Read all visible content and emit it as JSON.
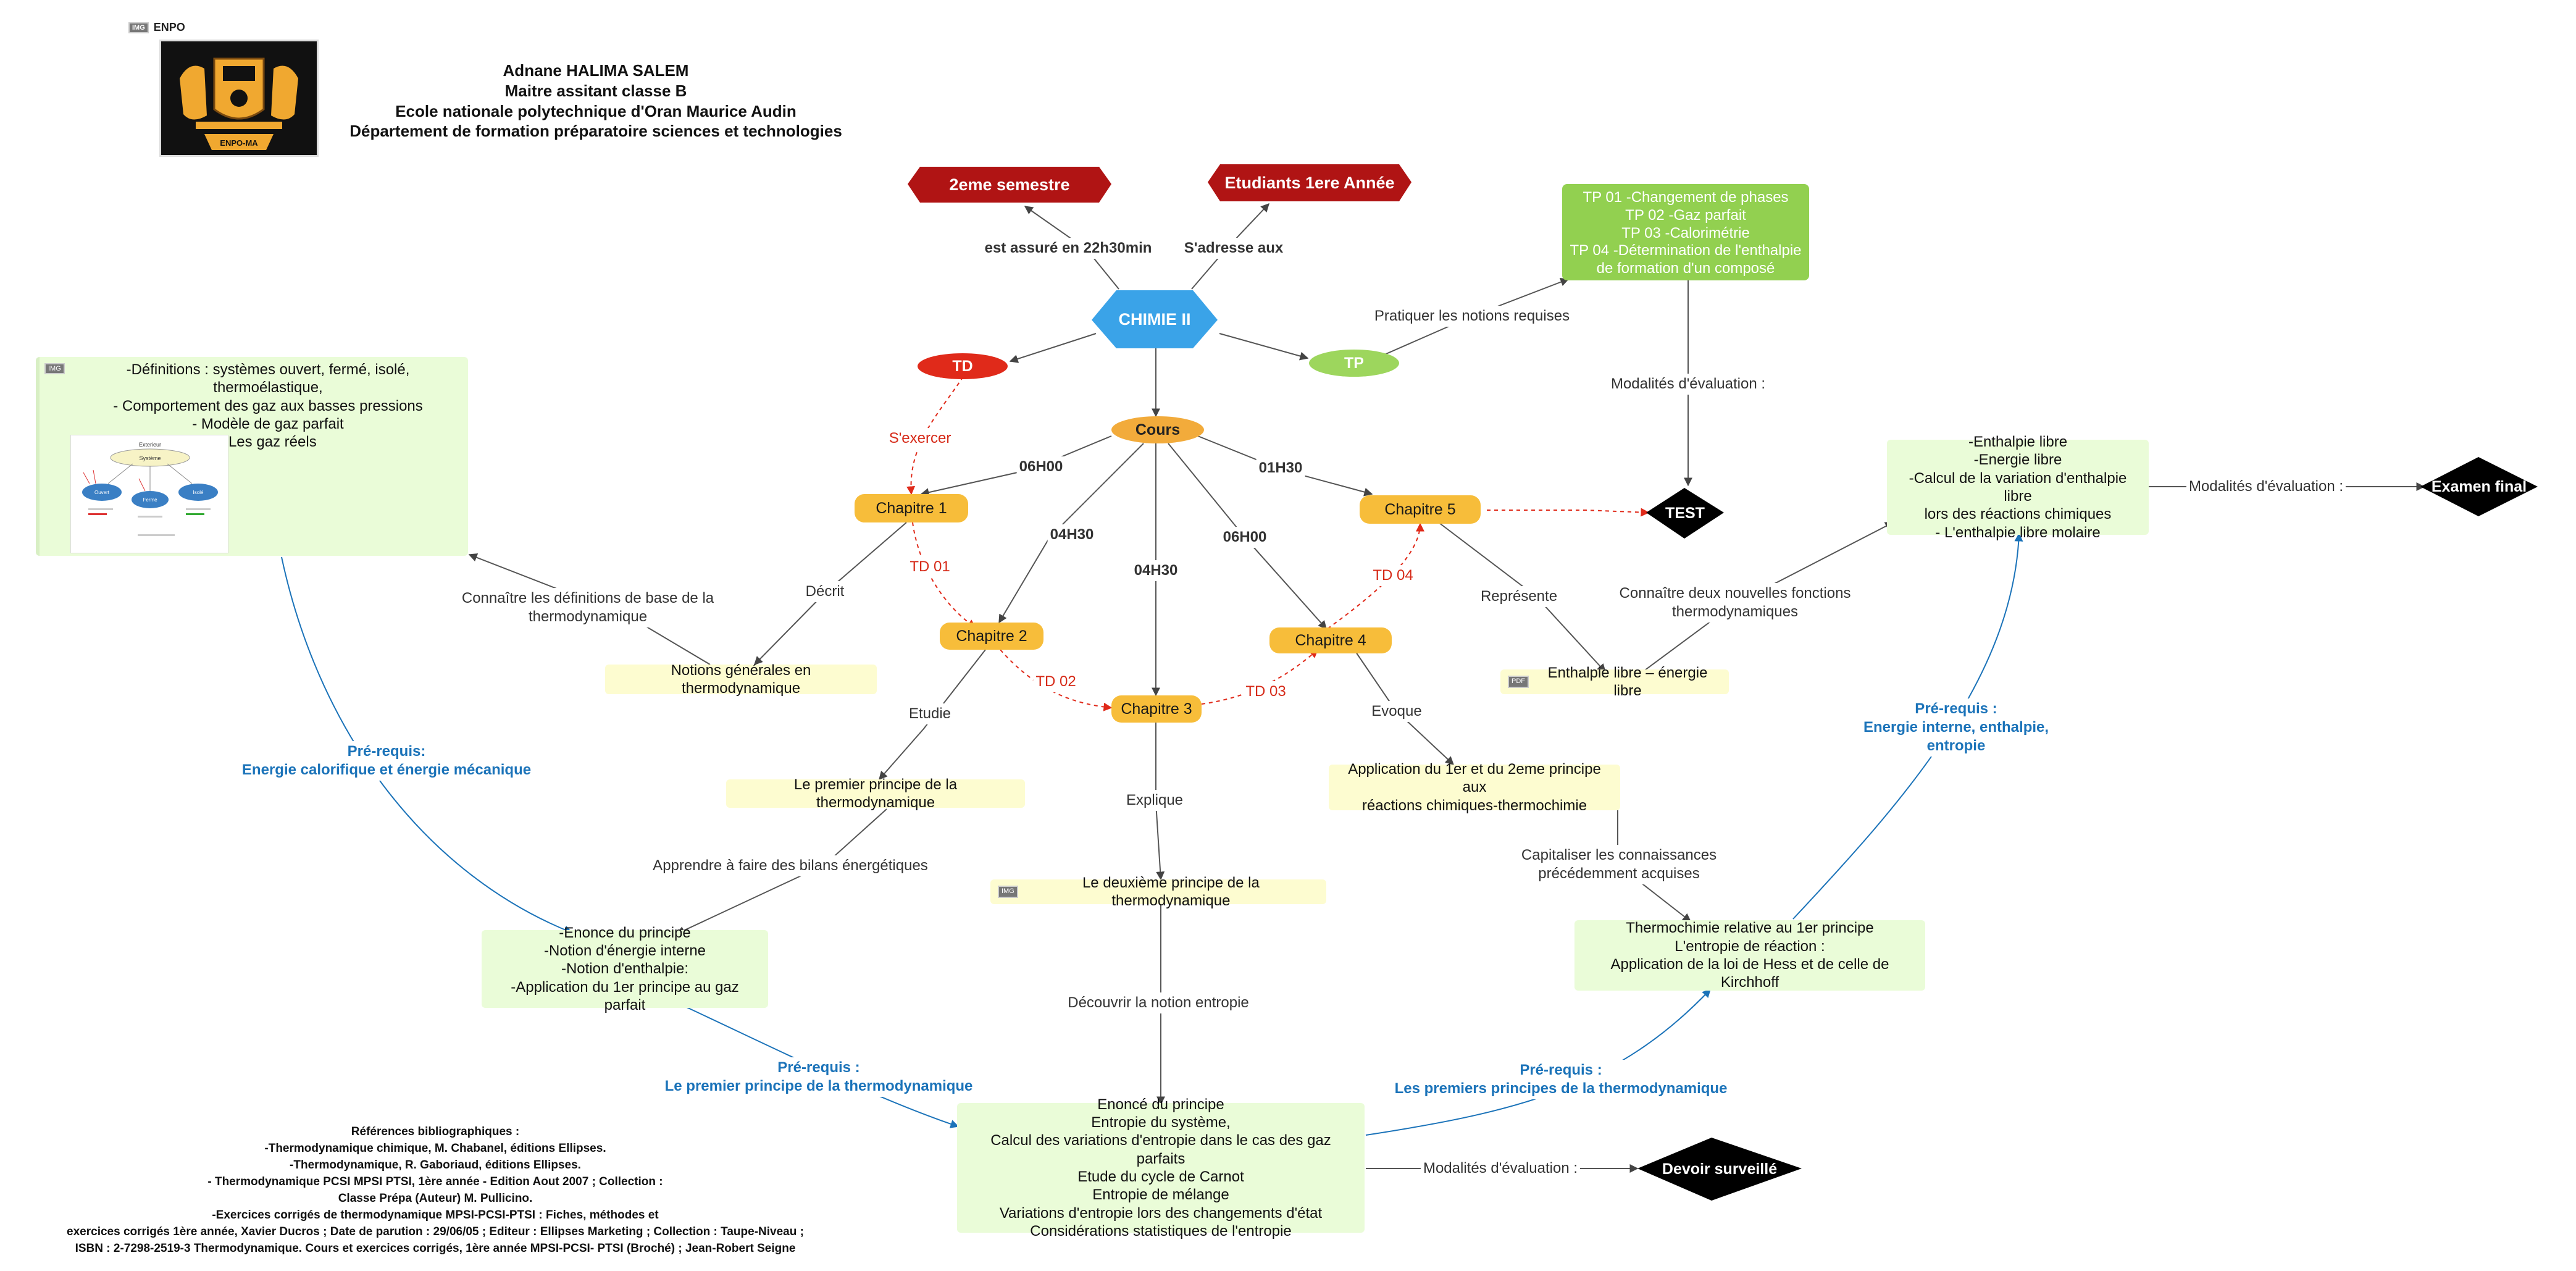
{
  "header": {
    "logo_tag": "ENPO",
    "logo_text": "ENPO-MA",
    "author_lines": [
      "Adnane HALIMA SALEM",
      "Maitre assitant classe B",
      "Ecole nationale polytechnique d'Oran Maurice Audin",
      "Département de formation préparatoire sciences et technologies"
    ]
  },
  "nodes": {
    "semestre": "2eme semestre",
    "etudiants": "Etudiants 1ere Année",
    "chimie": "CHIMIE II",
    "td": "TD",
    "tp": "TP",
    "cours": "Cours",
    "chapitre1": "Chapitre 1",
    "chapitre2": "Chapitre 2",
    "chapitre3": "Chapitre 3",
    "chapitre4": "Chapitre 4",
    "chapitre5": "Chapitre 5",
    "tp_list": "TP 01 -Changement de phases\nTP 02 -Gaz parfait\nTP 03 -Calorimétrie\nTP 04 -Détermination de l'enthalpie\nde formation d'un composé",
    "test": "TEST",
    "definitions": "-Définitions : systèmes ouvert, fermé, isolé, thermoélastique,\n- Comportement des gaz aux basses pressions\n- Modèle de gaz parfait\n- Les gaz réels",
    "notions": "Notions générales en thermodynamique",
    "premier_principe": "Le premier principe de la thermodynamique",
    "deuxieme_principe": "Le deuxième principe de la thermodynamique",
    "application": "Application du 1er et du 2eme principe aux\nréactions chimiques-thermochimie",
    "enthalpie_libre_note": "Enthalpie libre – énergie libre",
    "enthalpie_box": "-Enthalpie libre\n-Energie libre\n-Calcul de la variation d'enthalpie libre\nlors des réactions chimiques\n- L'enthalpie libre molaire",
    "examen": "Examen final",
    "enonce_premier": "-Enonce du principe\n-Notion d'énergie interne\n-Notion d'enthalpie:\n-Application du 1er principe au gaz parfait",
    "enonce_second": "Enoncé du principe\nEntropie du système,\nCalcul des variations d'entropie dans le cas des gaz parfaits\nEtude du cycle de Carnot\nEntropie de mélange\nVariations d'entropie lors des changements d'état\nConsidérations statistiques de l'entropie",
    "devoir": "Devoir surveillé",
    "thermochimie": "Thermochimie relative au 1er principe\nL'entropie de réaction :\nApplication de la loi de Hess et de celle de Kirchhoff"
  },
  "edge_labels": {
    "assure": "est assuré en 22h30min",
    "adresse": "S'adresse aux",
    "pratiquer": "Pratiquer les notions requises",
    "modalites_tp": "Modalités d'évaluation :",
    "sexercer": "S'exercer",
    "h1": "06H00",
    "h2": "04H30",
    "h3": "04H30",
    "h4": "06H00",
    "h5": "01H30",
    "td01": "TD 01",
    "td02": "TD 02",
    "td03": "TD 03",
    "td04": "TD 04",
    "decrit": "Décrit",
    "connaitre_def": "Connaître les définitions de base de la\nthermodynamique",
    "etudie": "Etudie",
    "explique": "Explique",
    "evoque": "Evoque",
    "represente": "Représente",
    "connaitre_fonctions": "Connaître deux nouvelles fonctions\nthermodynamiques",
    "modalites_examen": "Modalités d'évaluation :",
    "prereq_energie": "Pré-requis:\nEnergie calorifique et énergie mécanique",
    "apprendre": "Apprendre à faire des bilans énergétiques",
    "decouvrir": "Découvrir la notion entropie",
    "capitaliser": "Capitaliser les connaissances\nprécédemment acquises",
    "prereq_interne": "Pré-requis :\nEnergie interne, enthalpie,\nentropie",
    "prereq_premier": "Pré-requis :\nLe premier principe de la thermodynamique",
    "prereq_premiers": "Pré-requis :\nLes premiers principes de la thermodynamique",
    "modalites_devoir": "Modalités d'évaluation :"
  },
  "references": {
    "title": "Références bibliographiques :",
    "lines": [
      "-Thermodynamique chimique, M. Chabanel, éditions Ellipses.",
      "-Thermodynamique, R. Gaboriaud, éditions Ellipses.",
      "- Thermodynamique PCSI MPSI PTSI, 1ère année - Edition Aout 2007 ; Collection :",
      "Classe Prépa (Auteur) M. Pullicino.",
      "-Exercices corrigés de thermodynamique MPSI-PCSI-PTSI : Fiches, méthodes et",
      "exercices corrigés 1ère année, Xavier Ducros ; Date de parution : 29/06/05 ; Editeur : Ellipses Marketing ; Collection : Taupe-Niveau ;",
      "ISBN : 2-7298-2519-3 Thermodynamique. Cours et exercices corrigés, 1ère année MPSI-PCSI- PTSI (Broché) ; Jean-Robert Seigne"
    ]
  },
  "thumbnail": {
    "title": "Exterieur",
    "center": "Système",
    "left": "Ouvert",
    "mid": "Fermé",
    "right": "Isolé"
  },
  "colors": {
    "hex_red": "#b01414",
    "hex_blue": "#3aa3e8",
    "td_red": "#e02a1a",
    "tp_green": "#9dd65d",
    "cours_orange": "#f2ab3b",
    "chapter_yellow": "#f7bd3a",
    "tp_box_green": "#92d050",
    "light_green": "#eafcd8",
    "light_yellow": "#fdfcd0",
    "prereq_blue": "#1b73b9",
    "dashed_red": "#e02a1a"
  },
  "icons": [
    "enpo-crest-logo",
    "note-icon",
    "pdf-icon"
  ]
}
